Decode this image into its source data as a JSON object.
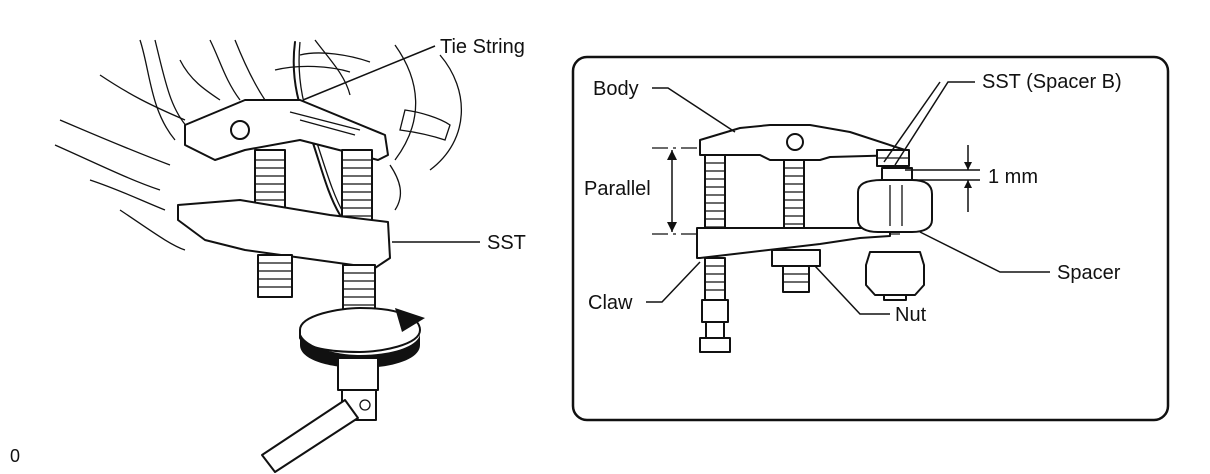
{
  "left_illustration": {
    "labels": {
      "tie_string": "Tie String",
      "sst": "SST"
    },
    "corner_mark": "0"
  },
  "detail_panel": {
    "labels": {
      "body": "Body",
      "sst_spacer_b": "SST (Spacer B)",
      "parallel": "Parallel",
      "gap": "1 mm",
      "spacer": "Spacer",
      "claw": "Claw",
      "nut": "Nut"
    }
  }
}
